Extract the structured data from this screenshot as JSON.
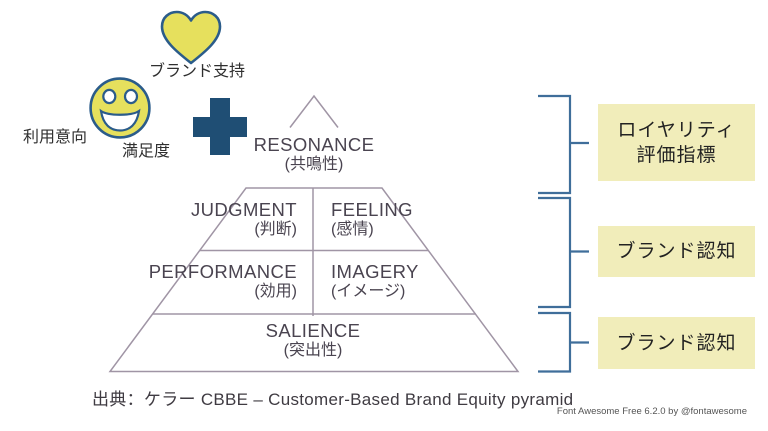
{
  "icons": {
    "heart": {
      "name": "heart-icon",
      "label": "ブランド支持"
    },
    "smile": {
      "name": "face-smile-icon",
      "label_left": "利用意向",
      "label_bottom": "満足度"
    },
    "plus": {
      "name": "plus-icon"
    }
  },
  "pyramid": {
    "resonance_en": "RESONANCE",
    "resonance_jp": "(共鳴性)",
    "judgment_en": "JUDGMENT",
    "judgment_jp": "(判断)",
    "feeling_en": "FEELING",
    "feeling_jp": "(感情)",
    "performance_en": "PERFORMANCE",
    "performance_jp": "(効用)",
    "imagery_en": "IMAGERY",
    "imagery_jp": "(イメージ)",
    "salience_en": "SALIENCE",
    "salience_jp": "(突出性)"
  },
  "legend": {
    "boxes": [
      {
        "line1": "ロイヤリティ",
        "line2": "評価指標"
      },
      {
        "line1": "ブランド認知"
      },
      {
        "line1": "ブランド認知"
      }
    ]
  },
  "footer": {
    "caption": "出典：ケラー CBBE – Customer-Based Brand Equity pyramid",
    "attribution": "Font Awesome Free 6.2.0 by @fontawesome"
  },
  "colors": {
    "icon_yellow": "#e6e05d",
    "icon_outline": "#2b5c8a",
    "plus_navy": "#1f4e74",
    "box_yellow": "#f1edba",
    "bracket_blue": "#3f6e9a",
    "pyramid_line": "#a095a5",
    "text_dark": "#4a4450"
  }
}
